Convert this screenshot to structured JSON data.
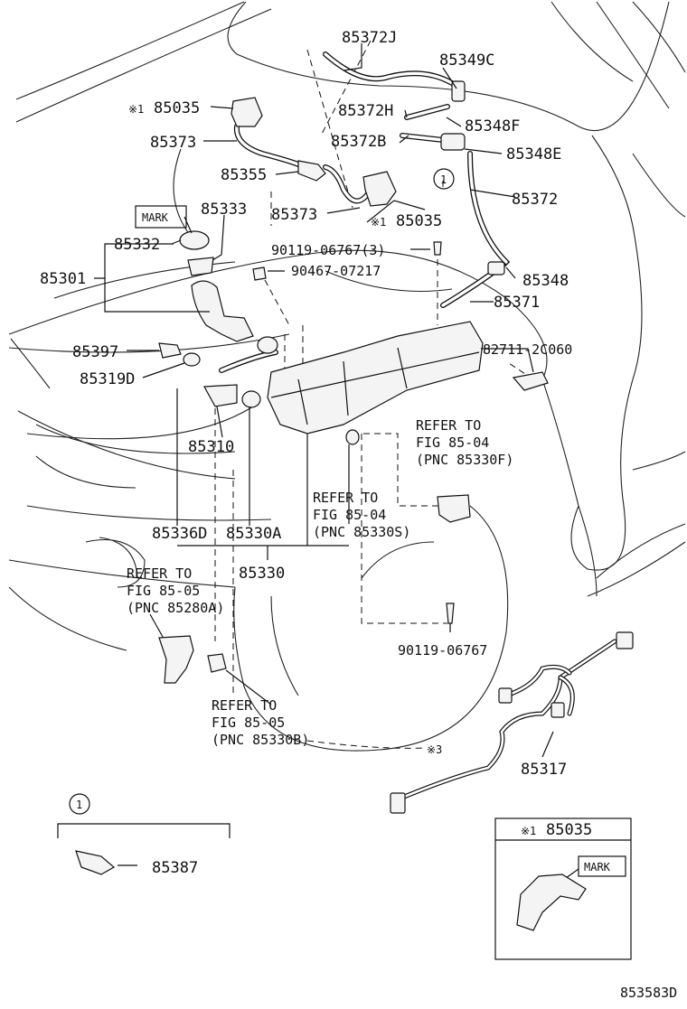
{
  "labels": {
    "p85372J": "85372J",
    "p85349C": "85349C",
    "p85035_top": "85035",
    "p85372H": "85372H",
    "p85348F": "85348F",
    "p85373_top": "85373",
    "p85372B": "85372B",
    "p85348E": "85348E",
    "p85355": "85355",
    "p85372": "85372",
    "p85373_mid": "85373",
    "p85035_mid": "85035",
    "p85333": "85333",
    "p85332": "85332",
    "p90119_06767_3": "90119-06767(3)",
    "p85301": "85301",
    "p90467_07217": "90467-07217",
    "p85348": "85348",
    "p85371": "85371",
    "p85397": "85397",
    "p82711_2C060": "82711-2C060",
    "p85319D": "85319D",
    "p85310": "85310",
    "p85336D": "85336D",
    "p85330A": "85330A",
    "p85330": "85330",
    "p90119_06767": "90119-06767",
    "p85317": "85317",
    "p85387": "85387",
    "p85035_box": "85035"
  },
  "marks": {
    "note1": "※1",
    "note3": "※3",
    "mark_top": "MARK",
    "mark_box": "MARK",
    "circle1": "1"
  },
  "refs": {
    "r85330F": [
      "REFER TO",
      "FIG 85-04",
      "(PNC 85330F)"
    ],
    "r85330S": [
      "REFER TO",
      "FIG 85-04",
      "(PNC 85330S)"
    ],
    "r85280A": [
      "REFER TO",
      "FIG 85-05",
      "(PNC 85280A)"
    ],
    "r85330B": [
      "REFER TO",
      "FIG 85-05",
      "(PNC 85330B)"
    ]
  },
  "footer": {
    "figure_id": "853583D"
  }
}
